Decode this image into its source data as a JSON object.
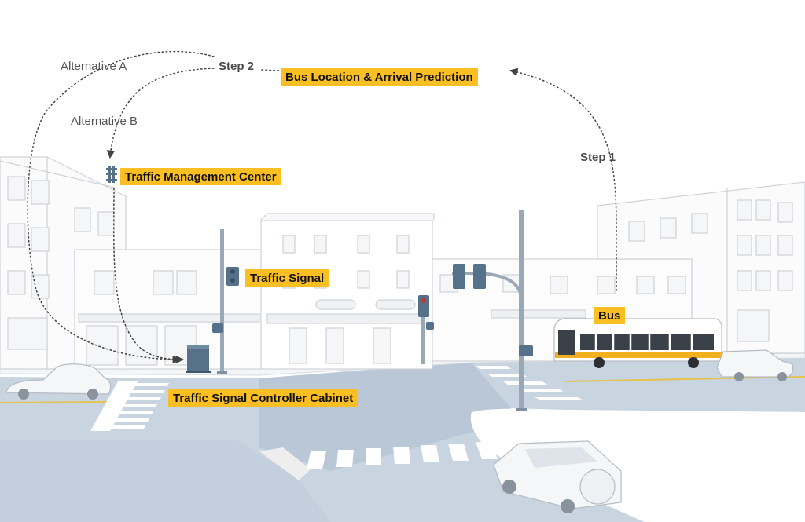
{
  "colors": {
    "callout": "#fbbf24",
    "road": "#c8d4e0",
    "signal": "#56718a",
    "bus_stripe": "#f2b01e",
    "building_edge": "#cfd3d8",
    "arrow": "#444444"
  },
  "labels": {
    "bus_location": "Bus Location & Arrival Prediction",
    "traffic_management_center": "Traffic Management Center",
    "traffic_signal": "Traffic Signal",
    "bus": "Bus",
    "controller_cabinet": "Traffic Signal Controller Cabinet",
    "step1": "Step 1",
    "step2": "Step 2",
    "alternative_a": "Alternative A",
    "alternative_b": "Alternative B"
  }
}
